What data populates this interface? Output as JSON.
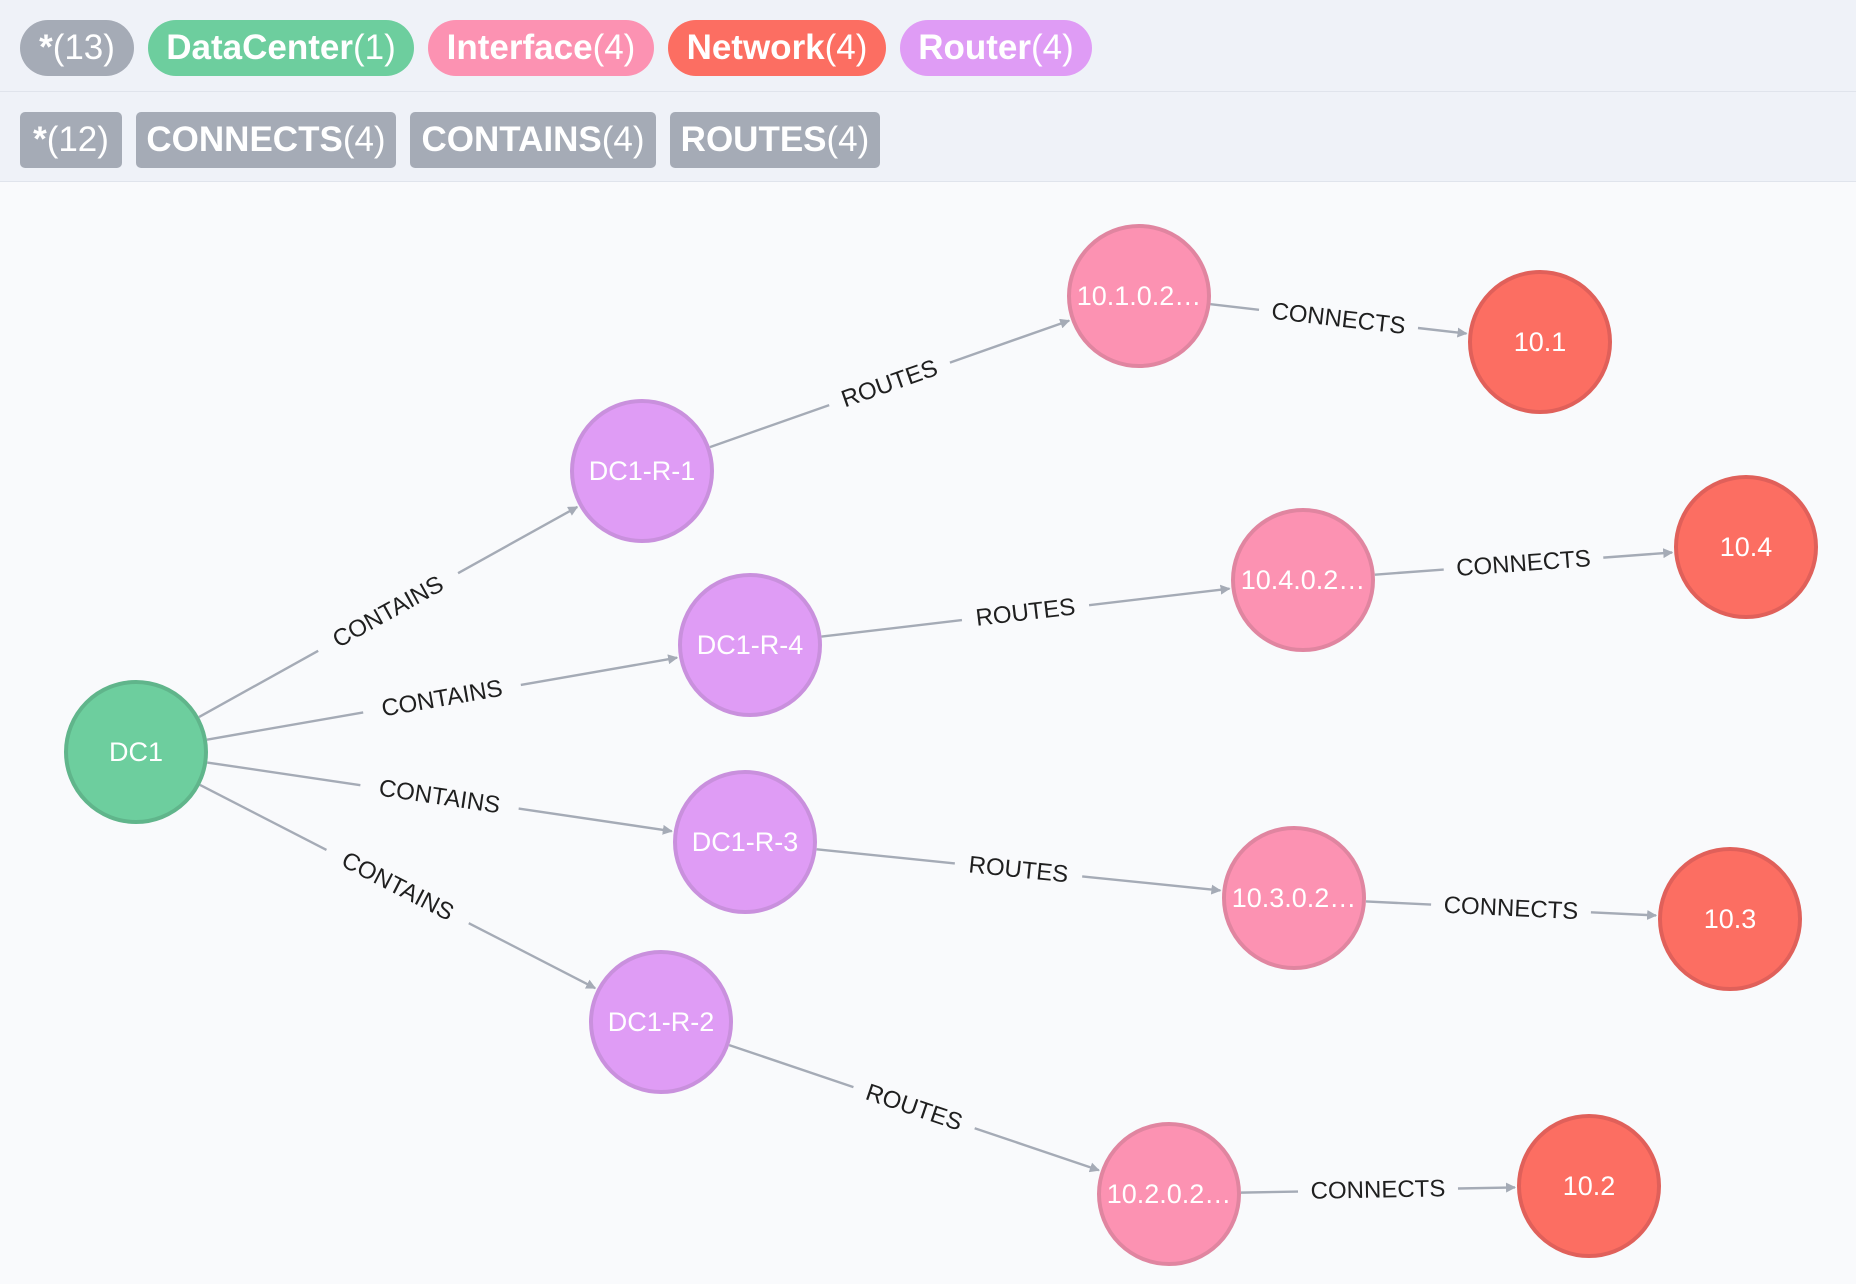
{
  "node_labels": [
    {
      "name": "*",
      "count": "(13)",
      "color": "#a5abb6"
    },
    {
      "name": "DataCenter",
      "count": "(1)",
      "color": "#6dce9e"
    },
    {
      "name": "Interface",
      "count": "(4)",
      "color": "#fc92b2"
    },
    {
      "name": "Network",
      "count": "(4)",
      "color": "#fc6e62"
    },
    {
      "name": "Router",
      "count": "(4)",
      "color": "#df9cf5"
    }
  ],
  "relationship_types": [
    {
      "name": "*",
      "count": "(12)",
      "color": "#a5abb6"
    },
    {
      "name": "CONNECTS",
      "count": "(4)",
      "color": "#a5abb6"
    },
    {
      "name": "CONTAINS",
      "count": "(4)",
      "color": "#a5abb6"
    },
    {
      "name": "ROUTES",
      "count": "(4)",
      "color": "#a5abb6"
    }
  ],
  "graph": {
    "colors": {
      "DataCenter": {
        "fill": "#6dce9e",
        "stroke": "#60b58b"
      },
      "Router": {
        "fill": "#df9cf5",
        "stroke": "#c990dd"
      },
      "Interface": {
        "fill": "#fc92b2",
        "stroke": "#e085a0"
      },
      "Network": {
        "fill": "#fc6e62",
        "stroke": "#e0605a"
      }
    },
    "nodes": [
      {
        "id": "dc1",
        "type": "DataCenter",
        "label": "DC1"
      },
      {
        "id": "r1",
        "type": "Router",
        "label": "DC1-R-1"
      },
      {
        "id": "r4",
        "type": "Router",
        "label": "DC1-R-4"
      },
      {
        "id": "r3",
        "type": "Router",
        "label": "DC1-R-3"
      },
      {
        "id": "r2",
        "type": "Router",
        "label": "DC1-R-2"
      },
      {
        "id": "i1",
        "type": "Interface",
        "label": "10.1.0.2…"
      },
      {
        "id": "i4",
        "type": "Interface",
        "label": "10.4.0.2…"
      },
      {
        "id": "i3",
        "type": "Interface",
        "label": "10.3.0.2…"
      },
      {
        "id": "i2",
        "type": "Interface",
        "label": "10.2.0.2…"
      },
      {
        "id": "n1",
        "type": "Network",
        "label": "10.1"
      },
      {
        "id": "n4",
        "type": "Network",
        "label": "10.4"
      },
      {
        "id": "n3",
        "type": "Network",
        "label": "10.3"
      },
      {
        "id": "n2",
        "type": "Network",
        "label": "10.2"
      }
    ],
    "edges": [
      {
        "source": "dc1",
        "target": "r1",
        "label": "CONTAINS"
      },
      {
        "source": "dc1",
        "target": "r4",
        "label": "CONTAINS"
      },
      {
        "source": "dc1",
        "target": "r3",
        "label": "CONTAINS"
      },
      {
        "source": "dc1",
        "target": "r2",
        "label": "CONTAINS"
      },
      {
        "source": "r1",
        "target": "i1",
        "label": "ROUTES"
      },
      {
        "source": "r4",
        "target": "i4",
        "label": "ROUTES"
      },
      {
        "source": "r3",
        "target": "i3",
        "label": "ROUTES"
      },
      {
        "source": "r2",
        "target": "i2",
        "label": "ROUTES"
      },
      {
        "source": "i1",
        "target": "n1",
        "label": "CONNECTS"
      },
      {
        "source": "i4",
        "target": "n4",
        "label": "CONNECTS"
      },
      {
        "source": "i3",
        "target": "n3",
        "label": "CONNECTS"
      },
      {
        "source": "i2",
        "target": "n2",
        "label": "CONNECTS"
      }
    ]
  }
}
